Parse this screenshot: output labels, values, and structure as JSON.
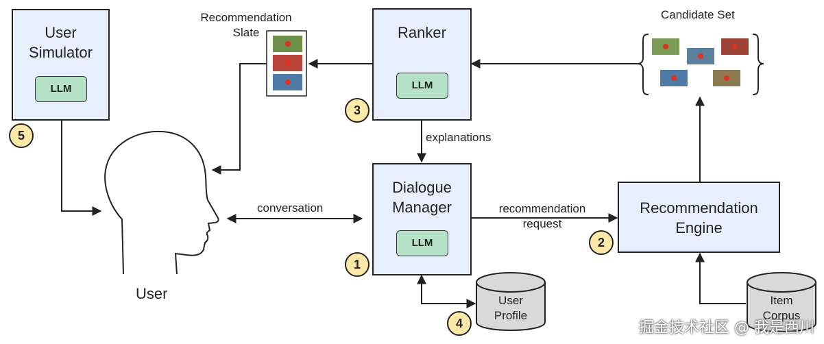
{
  "nodes": {
    "user_simulator": {
      "title_line1": "User",
      "title_line2": "Simulator",
      "llm": "LLM"
    },
    "ranker": {
      "title": "Ranker",
      "llm": "LLM"
    },
    "dialogue_manager": {
      "title_line1": "Dialogue",
      "title_line2": "Manager",
      "llm": "LLM"
    },
    "recommendation_engine": {
      "title_line1": "Recommendation",
      "title_line2": "Engine"
    },
    "user": {
      "label": "User"
    },
    "user_profile": {
      "line1": "User",
      "line2": "Profile"
    },
    "item_corpus": {
      "line1": "Item",
      "line2": "Corpus"
    },
    "recommendation_slate": {
      "line1": "Recommendation",
      "line2": "Slate"
    },
    "candidate_set": {
      "label": "Candidate Set"
    }
  },
  "edges": {
    "explanations": "explanations",
    "conversation": "conversation",
    "recommendation_request_line1": "recommendation",
    "recommendation_request_line2": "request"
  },
  "badges": [
    "1",
    "2",
    "3",
    "4",
    "5"
  ],
  "watermark": "掘金技术社区 @ 我是西川",
  "colors": {
    "box_fill": "#e8effc",
    "llm_fill": "#b5e2c6",
    "badge_fill": "#fce9a8",
    "cylinder_fill": "#d9d9d9"
  }
}
